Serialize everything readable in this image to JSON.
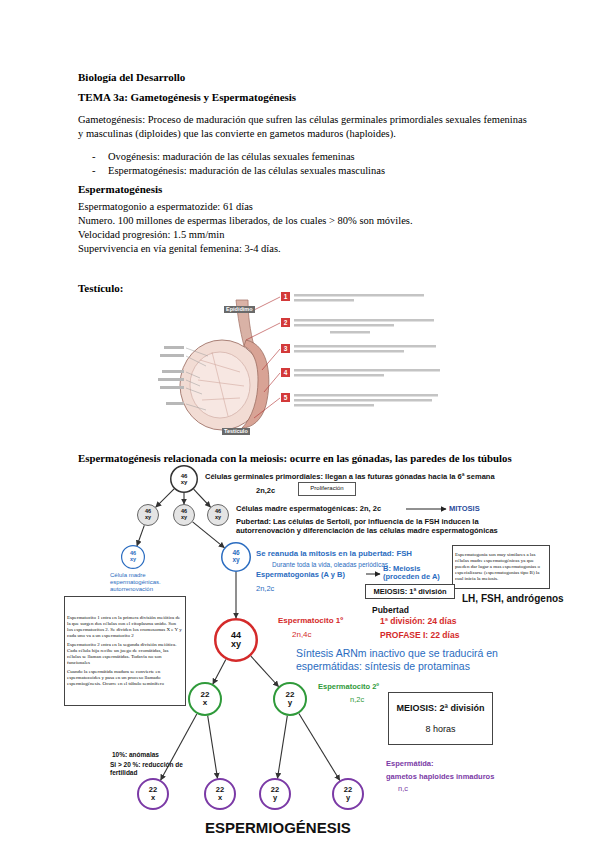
{
  "diagram": {
    "nodes": [
      {
        "text": [
          "46 xy"
        ]
      },
      {
        "text": [
          "Proliferación"
        ]
      },
      {
        "text": [
          "46 xy"
        ]
      },
      {
        "text": [
          "46 xy"
        ]
      },
      {
        "text": [
          "46 xy"
        ]
      },
      {
        "text": [
          "46 xy"
        ]
      },
      {
        "text": [
          "46 xy"
        ]
      },
      {
        "text": [
          "Espermatogonia son muy similares a las células madre espermatogénicas ya que pueden dar lugar a mas espermatogonias o especializarse (espermatogonias tipo B) la cual inicia la meiosis."
        ]
      },
      {
        "text": [
          "MEIOSIS: 1ª división"
        ]
      },
      {
        "text": [
          "Espermatocito 1 entra en la primera división meiótica de la que surgen dos células con el citoplasma unido. Son los espermatocitos 2. Se dividen los cromosomas X e Y y cada uno va a un espermatocito 2",
          "Espermatocito 2 entra en la segunda división meiótica. Cada célula hija recibe un juego de cromátidas, las células se llaman espermátidas. Todavía no son funcionales",
          "Cuando la espermátida madura se convierte en espermatozoides y pasa en un proceso llamado espermiogénesis. Ocurre en el túbulo seminífero"
        ]
      },
      {
        "text": [
          "44 xy"
        ]
      },
      {
        "text": [
          "22 x"
        ]
      },
      {
        "text": [
          "22 y"
        ]
      },
      {
        "text": [
          "MEIOSIS: 2ª división",
          "8 horas"
        ]
      },
      {
        "text": [
          "22 x"
        ]
      },
      {
        "text": [
          "22 x"
        ]
      },
      {
        "text": [
          "22 y"
        ]
      },
      {
        "text": [
          "22 y"
        ]
      }
    ],
    "edges": [
      {
        "from": 0,
        "to": 2,
        "arrow": "to"
      },
      {
        "from": 0,
        "to": 3,
        "arrow": "to"
      },
      {
        "from": 0,
        "to": 4,
        "arrow": "to"
      },
      {
        "from": 2,
        "to": 5,
        "arrow": "to"
      },
      {
        "from": 3,
        "to": 6,
        "arrow": "to"
      },
      {
        "from": 6,
        "to": 10,
        "arrow": "to"
      },
      {
        "from": 10,
        "to": 11,
        "arrow": "to"
      },
      {
        "from": 10,
        "to": 12,
        "arrow": "to"
      },
      {
        "from": 11,
        "to": 14,
        "arrow": "to"
      },
      {
        "from": 11,
        "to": 15,
        "arrow": "to"
      },
      {
        "from": 12,
        "to": 16,
        "arrow": "to"
      },
      {
        "from": 12,
        "to": 17,
        "arrow": "to"
      }
    ],
    "labels": [
      "Biología del Desarrollo",
      "TEMA 3a: Gametogénesis y Espermatogénesis",
      "Gametogénesis: Proceso de maduración que sufren las células germinales primordiales sexuales femeninas y masculinas (diploides) que las convierte en gametos maduros (haploides).",
      "-",
      "Ovogénesis: maduración de las células sexuales femeninas",
      "-",
      "Espermatogénesis: maduración de las células sexuales masculinas",
      "Espermatogénesis",
      "Espermatogonio a espermatozide: 61 días",
      "Numero. 100 millones de espermas liberados, de los cuales > 80% son móviles.",
      "Velocidad progresión: 1.5 mm/min",
      "Supervivencia en vía genital femenina: 3-4 días.",
      "Testículo:",
      "Epidídimo",
      "Testículo",
      "1",
      "2",
      "3",
      "4",
      "5",
      "Espermatogénesis relacionada con la meiosis: ocurre en las gónadas, las paredes de los túbulos",
      "Células germinales primordiales: llegan a las futuras gónadas hacia la 6ª semana",
      "2n,2c",
      "Células madre espermatogénicas: 2n, 2c",
      "MITOSIS",
      "Pubertad: Las células de Sertoli, por influencia de la FSH inducen la autorrenovación y diferenciación de las células madre espermatogónicas",
      "Se reanuda la mitosis en la pubertad: FSH",
      "Durante toda la vida, oleadas periódicas",
      "Célula madre espermatogénicas. autorrenovación",
      "Espermatogonias (A y B)",
      "B: Meiosis (proceden de A)",
      "2n,2c",
      "Pubertad",
      "LH, FSH, andrógenos",
      "Espermatocito 1º",
      "2n,4c",
      "1ª división: 24 días",
      "PROFASE I: 22 días",
      "Síntesis ARNm inactivo que se traducirá en espermátidas: síntesis de protaminas",
      "Espermatocito 2º",
      "n,2c",
      "10%: anómalas",
      "Si > 20 %: reducción de fertilidad",
      "Espermátida:",
      "gametos haploides inmaduros",
      "n,c",
      "ESPERMIOGÉNESIS"
    ]
  }
}
